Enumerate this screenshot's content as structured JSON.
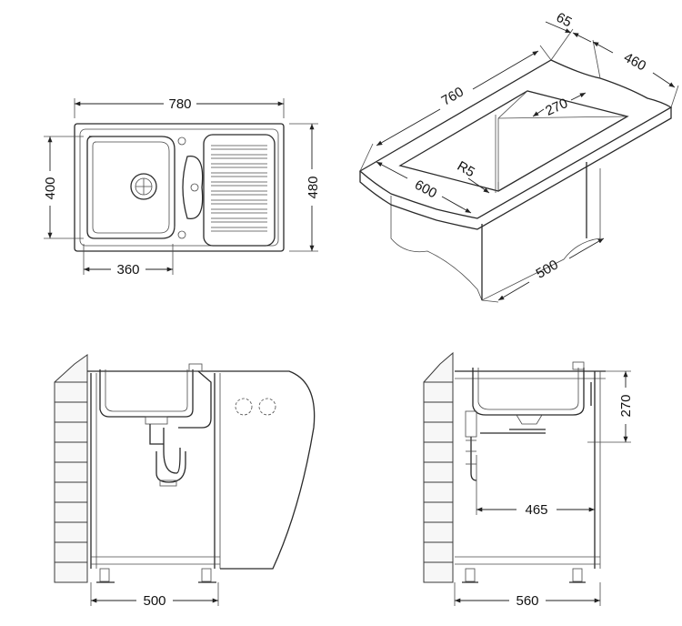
{
  "views": {
    "top": {
      "width": "780",
      "height_outer": "480",
      "height_bowl": "400",
      "bowl_width": "360"
    },
    "iso": {
      "length": "760",
      "depth_offset": "65",
      "depth_top": "460",
      "inner_width": "270",
      "radius": "R5",
      "width": "600",
      "cabinet": "500"
    },
    "front": {
      "cabinet_width": "500"
    },
    "side": {
      "bowl_depth": "270",
      "drain_offset": "465",
      "cabinet_depth": "560"
    }
  }
}
